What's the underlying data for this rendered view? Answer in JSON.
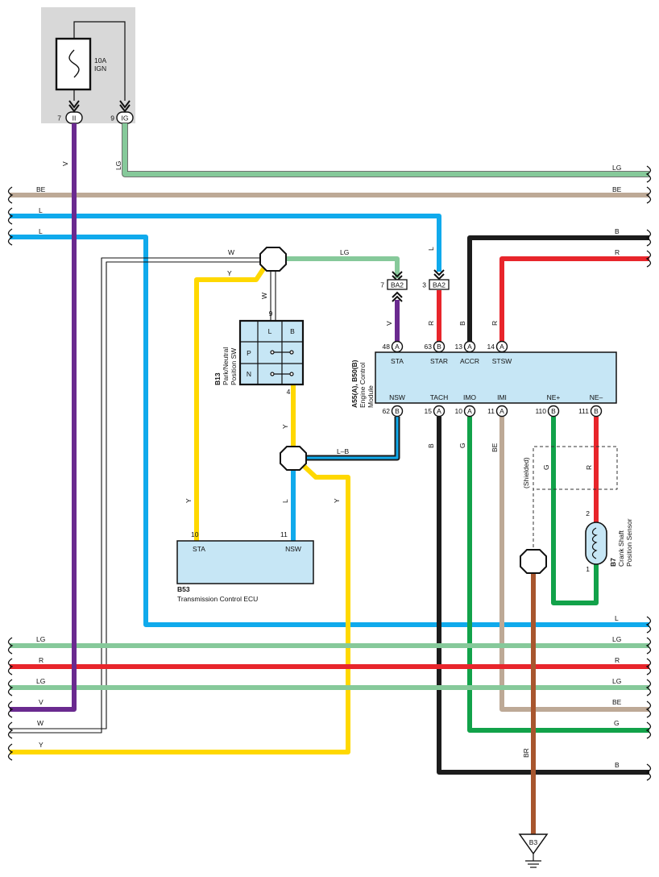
{
  "colors": {
    "V": "#6a2a8f",
    "LG": "#86c99a",
    "BE": "#bda996",
    "L": "#10aaec",
    "W": "#ffffff",
    "Y": "#ffd800",
    "R": "#e8252b",
    "B": "#1c1c1c",
    "G": "#12a24a",
    "BR": "#a8562e",
    "component_fill": "#c6e6f5",
    "fuse_box_fill": "#d8d8d8"
  },
  "fuse": {
    "rating": "10A",
    "name": "IGN"
  },
  "fuse_pins": {
    "left_num": "7",
    "left_id": "II",
    "right_num": "9",
    "right_id": "IG"
  },
  "wire_labels": {
    "V": "V",
    "LG": "LG",
    "BE": "BE",
    "L": "L",
    "W": "W",
    "Y": "Y",
    "R": "R",
    "B": "B",
    "G": "G",
    "BR": "BR",
    "LB": "L–B"
  },
  "connectors": {
    "ba2": "BA2",
    "ba2_left_pin": "7",
    "ba2_right_pin": "3"
  },
  "switch": {
    "code": "B13",
    "name_line1": "Park/Neutral",
    "name_line2": "Position SW",
    "col_l": "L",
    "col_b": "B",
    "row_p": "P",
    "row_n": "N",
    "top_pin": "9",
    "bottom_pin": "4"
  },
  "ecm": {
    "code": "A55(A), B50(B)",
    "name_line1": "Engine Control",
    "name_line2": "Module",
    "top_pins": [
      {
        "num": "48",
        "cav": "A",
        "name": "STA"
      },
      {
        "num": "63",
        "cav": "B",
        "name": "STAR"
      },
      {
        "num": "13",
        "cav": "A",
        "name": "ACCR"
      },
      {
        "num": "14",
        "cav": "A",
        "name": "STSW"
      }
    ],
    "bottom_pins": [
      {
        "num": "62",
        "cav": "B",
        "name": "NSW"
      },
      {
        "num": "15",
        "cav": "A",
        "name": "TACH"
      },
      {
        "num": "10",
        "cav": "A",
        "name": "IMO"
      },
      {
        "num": "11",
        "cav": "A",
        "name": "IMI"
      },
      {
        "num": "110",
        "cav": "B",
        "name": "NE+"
      },
      {
        "num": "111",
        "cav": "B",
        "name": "NE–"
      }
    ]
  },
  "tcu": {
    "code": "B53",
    "name": "Transmission Control ECU",
    "pin_sta_num": "10",
    "pin_sta_name": "STA",
    "pin_nsw_num": "11",
    "pin_nsw_name": "NSW"
  },
  "sensor": {
    "code": "B7",
    "name_line1": "Crank Shaft",
    "name_line2": "Position Sensor",
    "pin_top": "2",
    "pin_bottom": "1"
  },
  "shielded": "(Shielded)",
  "ground": "B3"
}
